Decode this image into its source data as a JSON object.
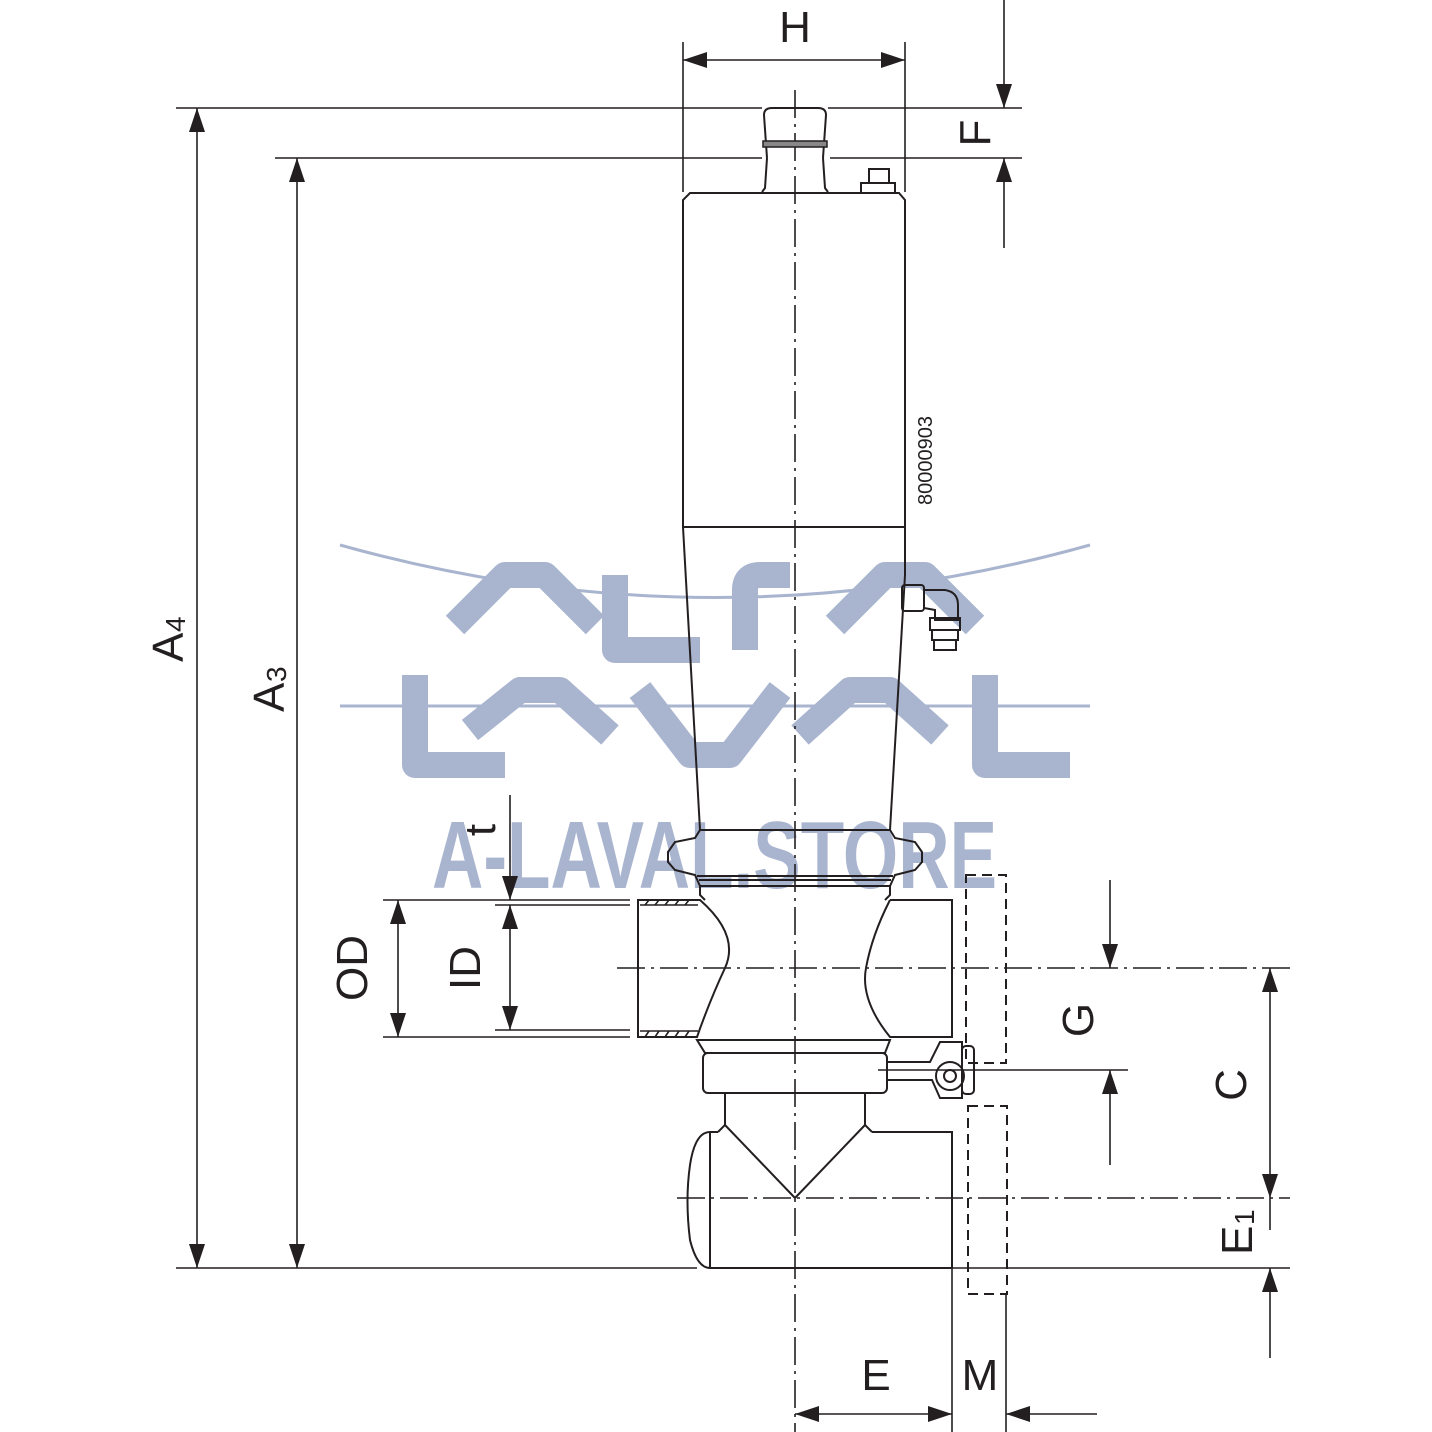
{
  "drawing": {
    "part_number": "80000903",
    "dimensions": {
      "H": "H",
      "F": "F",
      "A4": {
        "main": "A",
        "sub": "4"
      },
      "A3": {
        "main": "A",
        "sub": "3"
      },
      "t": "t",
      "OD": "OD",
      "ID": "ID",
      "G": "G",
      "C": "C",
      "E1": {
        "main": "E",
        "sub": "1"
      },
      "E": "E",
      "M": "M"
    }
  },
  "watermark": {
    "logo_line1": "ALFA",
    "logo_line2": "LAVAL",
    "store_text": "A-LAVAL.STORE",
    "color": "#a9b4cf"
  }
}
